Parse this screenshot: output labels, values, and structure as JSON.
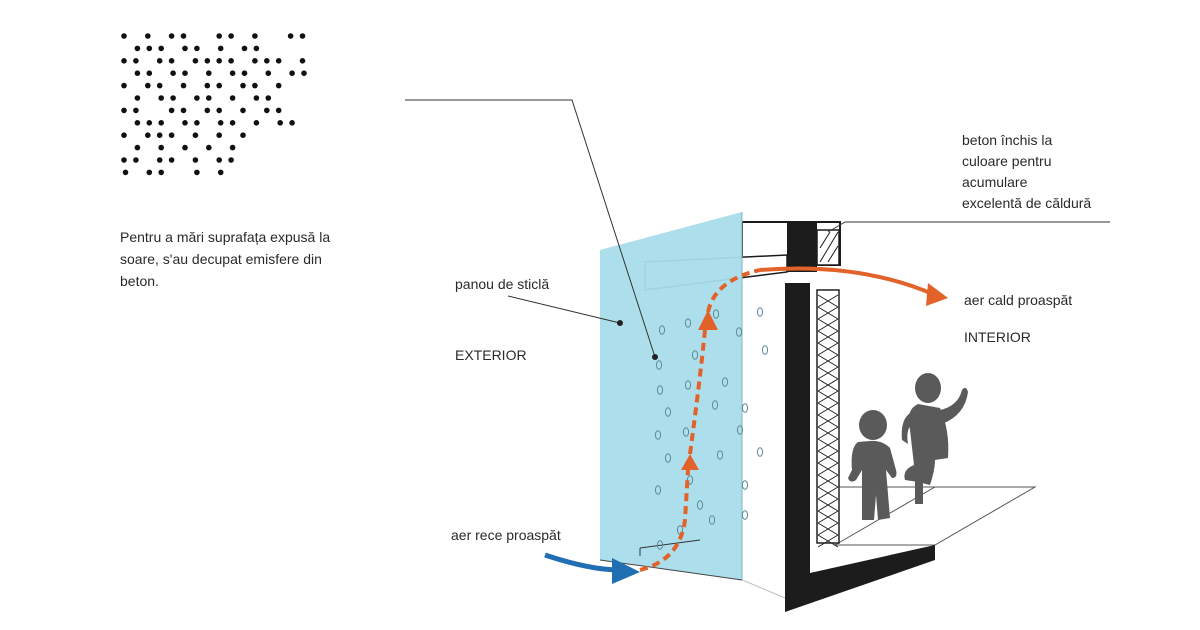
{
  "labels": {
    "description": [
      "Pentru a mări suprafața expusă la",
      "soare, s'au decupat emisfere din",
      "beton."
    ],
    "glass_panel": "panou de sticlă",
    "exterior": "EXTERIOR",
    "dark_concrete": [
      "beton închis la",
      "culoare pentru",
      "acumulare",
      "excelentă de căldură"
    ],
    "warm_air": "aer cald proaspăt",
    "interior": "INTERIOR",
    "cold_air": "aer rece proaspăt"
  },
  "colors": {
    "glass": "#a9dcea",
    "warm_arrow": "#e2622a",
    "cold_arrow": "#1f6fb2",
    "concrete_dark": "#1c1c1c",
    "figure": "#5a5a5a"
  }
}
